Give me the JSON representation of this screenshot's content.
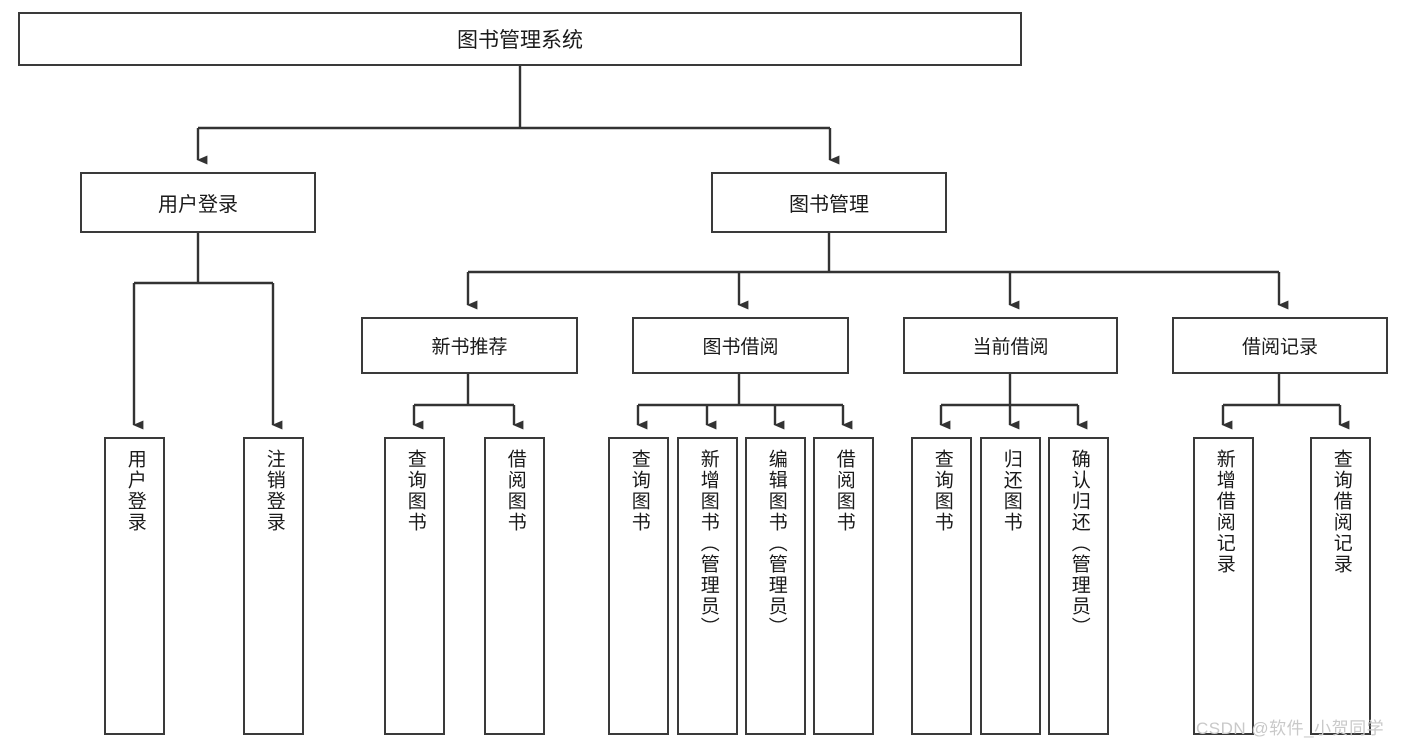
{
  "diagram": {
    "title": "图书管理系统",
    "type": "hierarchy-tree",
    "stroke_color": "#3a3a3a",
    "background_color": "#ffffff"
  },
  "nodes": {
    "root": {
      "label": "图书管理系统"
    },
    "level1": [
      {
        "label": "用户登录"
      },
      {
        "label": "图书管理"
      }
    ],
    "level2": [
      {
        "label": "新书推荐"
      },
      {
        "label": "图书借阅"
      },
      {
        "label": "当前借阅"
      },
      {
        "label": "借阅记录"
      }
    ],
    "leaves_user_login": [
      {
        "label": "用户登录"
      },
      {
        "label": "注销登录"
      }
    ],
    "leaves_new_book": [
      {
        "label": "查询图书"
      },
      {
        "label": "借阅图书"
      }
    ],
    "leaves_borrow": [
      {
        "label": "查询图书"
      },
      {
        "label": "新增图书（管理员）"
      },
      {
        "label": "编辑图书（管理员）"
      },
      {
        "label": "借阅图书"
      }
    ],
    "leaves_current": [
      {
        "label": "查询图书"
      },
      {
        "label": "归还图书"
      },
      {
        "label": "确认归还（管理员）"
      }
    ],
    "leaves_records": [
      {
        "label": "新增借阅记录"
      },
      {
        "label": "查询借阅记录"
      }
    ]
  },
  "watermark": {
    "text": "CSDN @软件_小贺同学"
  }
}
